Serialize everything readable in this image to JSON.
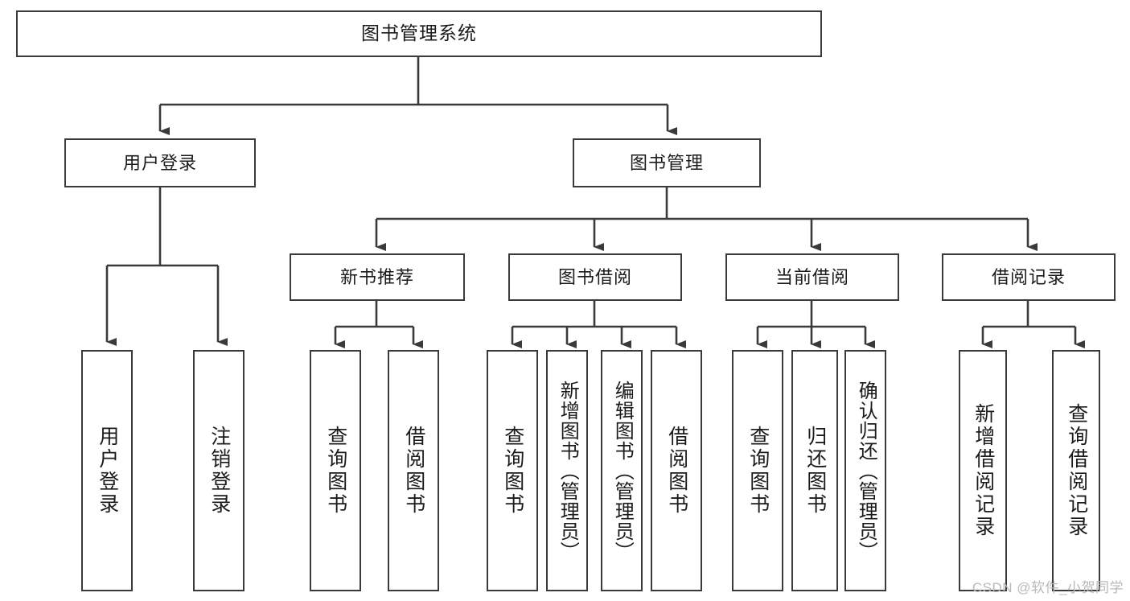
{
  "diagram": {
    "title": "图书管理系统",
    "type": "tree-hierarchy",
    "watermark": "CSDN @软件_小贺同学",
    "colors": {
      "stroke": "#3a3a3a",
      "fill": "#ffffff",
      "text": "#1b1b1b",
      "watermark": "#b9b9b9"
    },
    "root": {
      "label": "图书管理系统"
    },
    "level1": [
      {
        "id": "user-login",
        "label": "用户登录"
      },
      {
        "id": "book-manage",
        "label": "图书管理"
      }
    ],
    "level2": [
      {
        "id": "new-book-recommend",
        "label": "新书推荐",
        "parent": "book-manage"
      },
      {
        "id": "book-borrow",
        "label": "图书借阅",
        "parent": "book-manage"
      },
      {
        "id": "current-borrow",
        "label": "当前借阅",
        "parent": "book-manage"
      },
      {
        "id": "borrow-record",
        "label": "借阅记录",
        "parent": "book-manage"
      }
    ],
    "leaves": {
      "user-login": [
        {
          "id": "leaf-user-login",
          "label": "用户登录"
        },
        {
          "id": "leaf-logout",
          "label": "注销登录"
        }
      ],
      "new-book-recommend": [
        {
          "id": "leaf-query-book-1",
          "label": "查询图书"
        },
        {
          "id": "leaf-borrow-book-1",
          "label": "借阅图书"
        }
      ],
      "book-borrow": [
        {
          "id": "leaf-query-book-2",
          "label": "查询图书"
        },
        {
          "id": "leaf-add-book",
          "label": "新增图书（管理员）"
        },
        {
          "id": "leaf-edit-book",
          "label": "编辑图书（管理员）"
        },
        {
          "id": "leaf-borrow-book-2",
          "label": "借阅图书"
        }
      ],
      "current-borrow": [
        {
          "id": "leaf-query-book-3",
          "label": "查询图书"
        },
        {
          "id": "leaf-return-book",
          "label": "归还图书"
        },
        {
          "id": "leaf-confirm-return",
          "label": "确认归还（管理员）"
        }
      ],
      "borrow-record": [
        {
          "id": "leaf-add-record",
          "label": "新增借阅记录"
        },
        {
          "id": "leaf-query-record",
          "label": "查询借阅记录"
        }
      ]
    }
  }
}
